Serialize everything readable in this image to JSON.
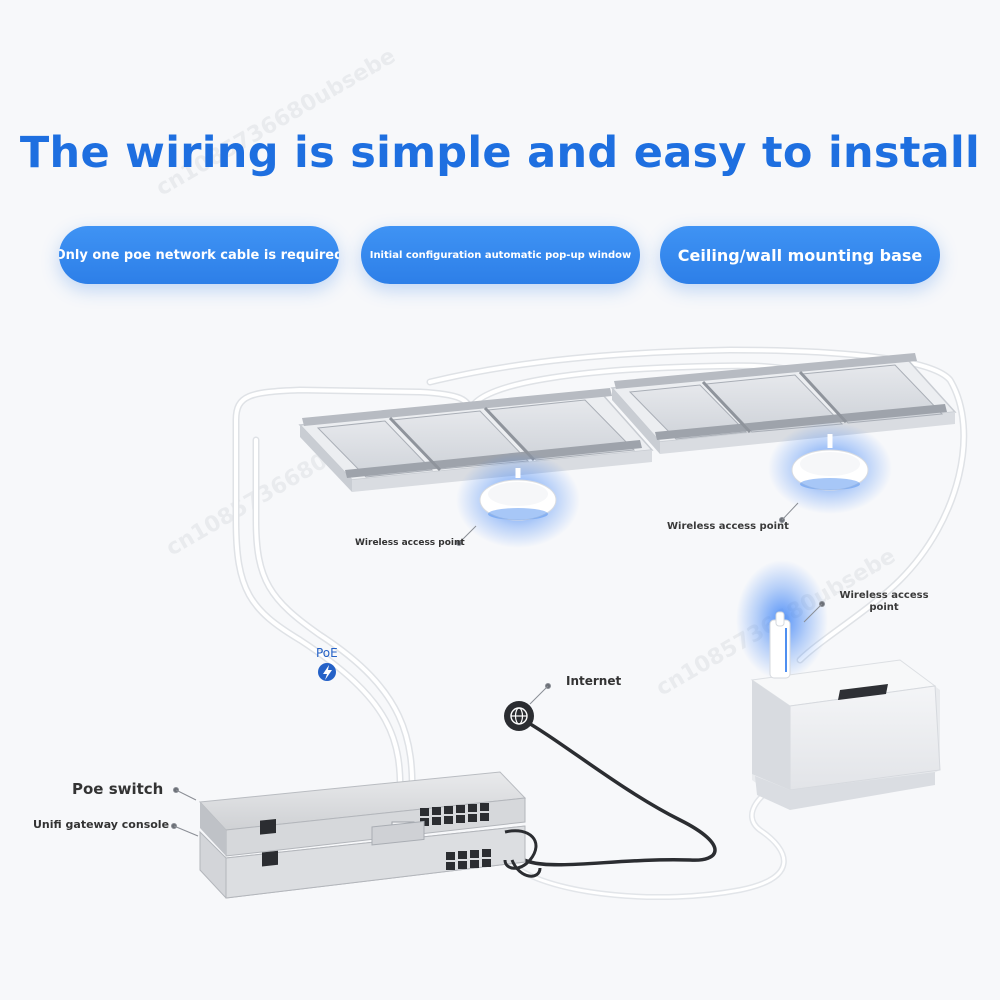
{
  "title": "The wiring is simple and easy to install",
  "features": [
    "Only one poe network cable is required",
    "Initial configuration automatic pop-up window",
    "Ceiling/wall mounting base"
  ],
  "labels": {
    "ap_left": "Wireless access point",
    "ap_right": "Wireless access point",
    "ap_wall_line1": "Wireless access",
    "ap_wall_line2": "point",
    "poe": "PoE",
    "internet": "Internet",
    "poe_switch": "Poe switch",
    "gateway": "Unifi gateway console"
  },
  "watermark": "cn1085736680ubsebe",
  "colors": {
    "title": "#1e6fe0",
    "pill": "#2d7fe8",
    "glow": "#3b82f6"
  }
}
